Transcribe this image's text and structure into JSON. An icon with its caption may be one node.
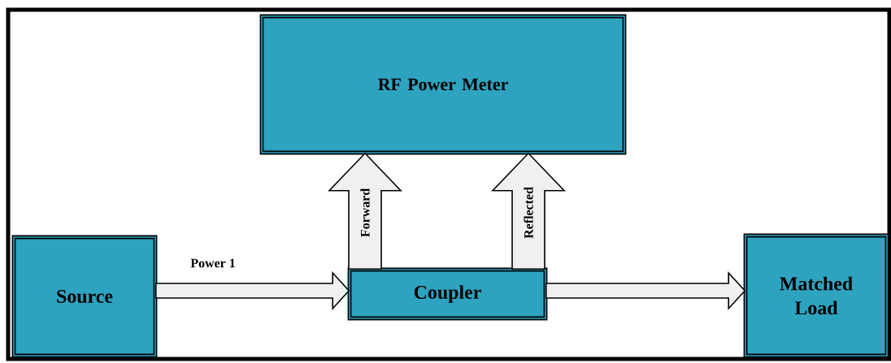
{
  "diagram": {
    "nodes": [
      {
        "text": [
          "RF Power Meter"
        ]
      },
      {
        "text": [
          "Source"
        ]
      },
      {
        "text": [
          "Coupler"
        ]
      },
      {
        "text": [
          "Matched Load"
        ]
      }
    ],
    "edges": [
      {
        "from": 1,
        "to": 2,
        "arrow": "to",
        "label": "Power 1"
      },
      {
        "from": 2,
        "to": 0,
        "arrow": "to",
        "label": "Forward"
      },
      {
        "from": 2,
        "to": 0,
        "arrow": "to",
        "label": "Reflected"
      },
      {
        "from": 2,
        "to": 3,
        "arrow": "to"
      }
    ]
  }
}
